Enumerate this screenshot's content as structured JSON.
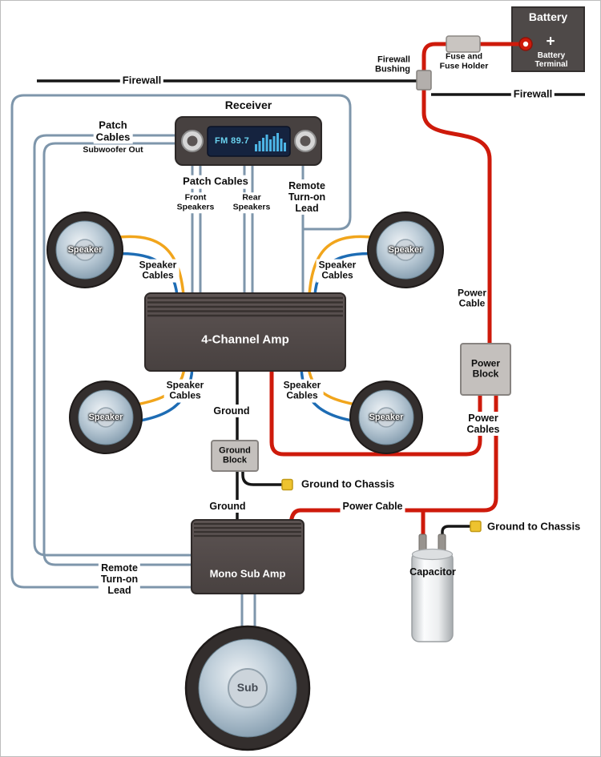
{
  "colors": {
    "power_cable": "#ce1a0b",
    "signal_cable": "#7e96ab",
    "speaker_wire_yellow": "#f1a51c",
    "speaker_wire_blue": "#1d6cb4",
    "ground_wire": "#161616",
    "firewall": "#161616",
    "lug_yellow": "#eec32f"
  },
  "labels": {
    "battery": "Battery",
    "battery_plus": "+",
    "battery_terminal": "Battery\nTerminal",
    "fuse": "Fuse and\nFuse Holder",
    "firewall_bushing": "Firewall\nBushing",
    "firewall": "Firewall",
    "receiver": "Receiver",
    "radio_display": "FM 89.7",
    "patch_cables_stacked": "Patch\nCables",
    "subwoofer_out": "Subwoofer Out",
    "patch_cables": "Patch Cables",
    "front_speakers": "Front\nSpeakers",
    "rear_speakers": "Rear\nSpeakers",
    "remote_turn_on_lead": "Remote\nTurn-on\nLead",
    "speaker": "Speaker",
    "speaker_cables": "Speaker\nCables",
    "four_channel_amp": "4-Channel Amp",
    "power_cable_stacked": "Power\nCable",
    "power_block": "Power\nBlock",
    "power_cables": "Power\nCables",
    "ground": "Ground",
    "ground_block": "Ground\nBlock",
    "ground_to_chassis": "Ground to Chassis",
    "power_cable": "Power Cable",
    "mono_sub_amp": "Mono Sub Amp",
    "capacitor": "Capacitor",
    "sub": "Sub"
  }
}
